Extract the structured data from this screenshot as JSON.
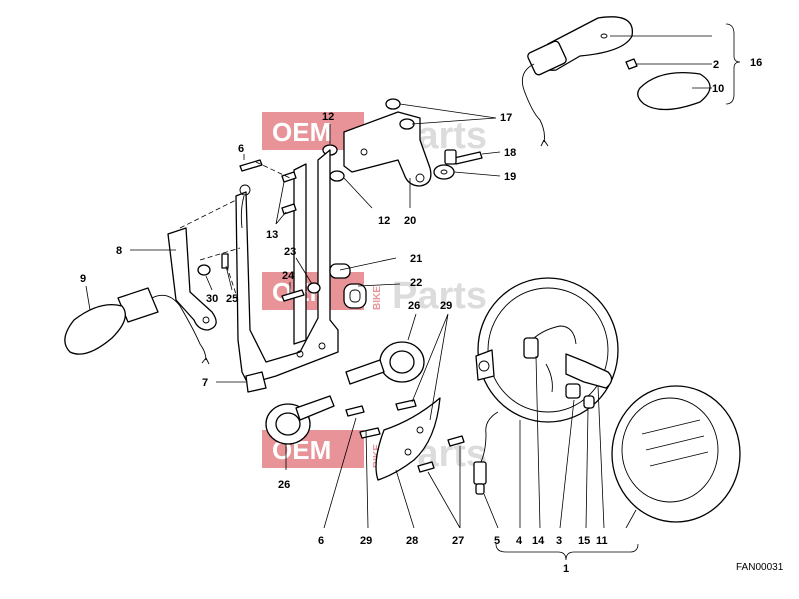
{
  "diagram": {
    "reference_code": "FAN00031",
    "callouts": [
      "1",
      "2",
      "3",
      "4",
      "5",
      "6",
      "6",
      "7",
      "8",
      "9",
      "10",
      "11",
      "12",
      "12",
      "13",
      "14",
      "15",
      "16",
      "17",
      "18",
      "19",
      "20",
      "21",
      "22",
      "23",
      "24",
      "25",
      "26",
      "26",
      "27",
      "27",
      "28",
      "29",
      "29",
      "30"
    ]
  },
  "watermark": {
    "oem": "OEM",
    "bike": "BIKE",
    "parts": "Parts",
    "color": "#e0757a"
  },
  "icons": [
    "turn-signal-icon",
    "headlight-icon",
    "bracket-icon",
    "horn-icon",
    "bolt-icon",
    "nut-icon",
    "washer-icon"
  ]
}
